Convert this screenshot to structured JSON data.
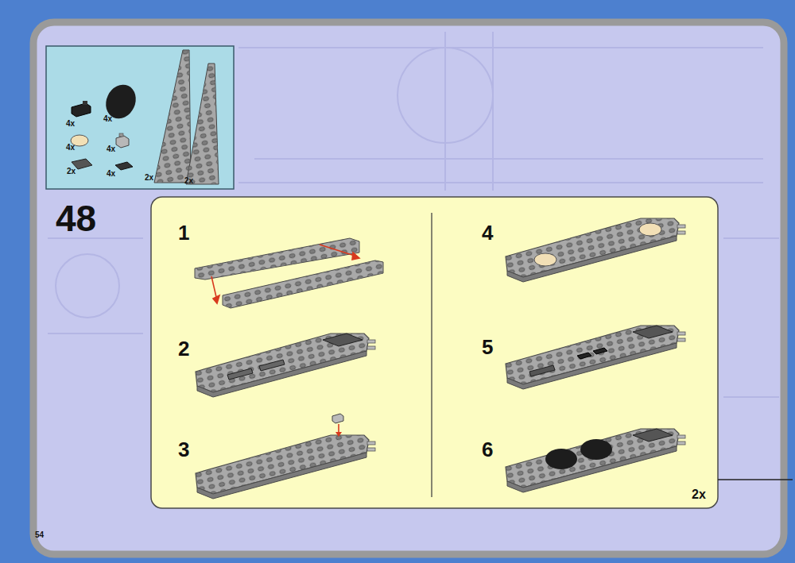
{
  "diagram": {
    "nodes": [
      {
        "text": [
          "4x",
          "4x",
          "4x",
          "4x",
          "2x",
          "4x",
          "2x",
          "2x"
        ]
      },
      {
        "text": [
          "1",
          "2",
          "3",
          "4",
          "5",
          "6",
          "2x"
        ]
      }
    ],
    "labels": [
      "48",
      "54"
    ]
  }
}
